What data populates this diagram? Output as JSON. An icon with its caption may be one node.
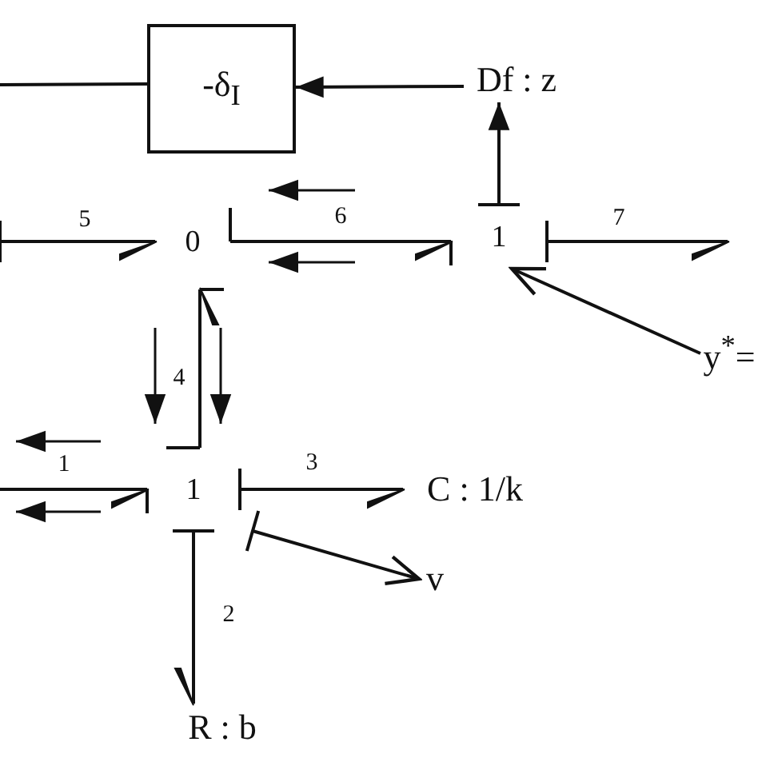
{
  "diagram": {
    "nodes": [
      {
        "text": [
          "-δ$_{I}$"
        ]
      },
      {
        "text": [
          "Df : z"
        ]
      },
      {
        "text": [
          "0"
        ]
      },
      {
        "text": [
          "1"
        ]
      },
      {
        "text": [
          "y$^{*}$="
        ]
      },
      {
        "text": [
          "1"
        ]
      },
      {
        "text": [
          "C : 1/k"
        ]
      },
      {
        "text": [
          "v"
        ]
      },
      {
        "text": [
          "R : b"
        ]
      }
    ],
    "edges": [
      {
        "from": null,
        "to": 0,
        "arrow": "none"
      },
      {
        "from": 1,
        "to": 0,
        "arrow": "to"
      },
      {
        "from": 3,
        "to": 1,
        "arrow": "to"
      },
      {
        "from": null,
        "to": 2,
        "arrow": "to",
        "label": "5"
      },
      {
        "from": 2,
        "to": 3,
        "arrow": "to",
        "label": "6"
      },
      {
        "from": 3,
        "to": null,
        "arrow": "to",
        "label": "7"
      },
      {
        "from": 4,
        "to": 3,
        "arrow": "to"
      },
      {
        "from": 5,
        "to": 2,
        "arrow": "to",
        "label": "4"
      },
      {
        "from": null,
        "to": 5,
        "arrow": "to",
        "label": "1"
      },
      {
        "from": 5,
        "to": 6,
        "arrow": "to",
        "label": "3"
      },
      {
        "from": 5,
        "to": 8,
        "arrow": "to",
        "label": "2"
      },
      {
        "from": 5,
        "to": 7,
        "arrow": "to"
      }
    ]
  }
}
